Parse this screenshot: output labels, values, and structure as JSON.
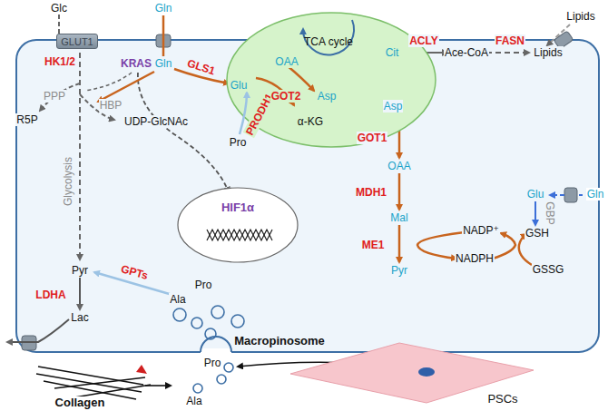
{
  "diagram": {
    "nodes": [
      {
        "text": [
          "GLUT1"
        ]
      },
      {
        "text": [
          "TCA cycle"
        ]
      },
      {
        "text": [
          "HIF1α"
        ]
      },
      {
        "text": [
          "PSCs"
        ]
      }
    ],
    "labels": [
      "Glc",
      "Gln",
      "Gln",
      "HK1/2",
      "KRAS",
      "PPP",
      "R5P",
      "HBP",
      "UDP-GlcNAc",
      "Glycolysis",
      "GLS1",
      "Glu",
      "OAA",
      "Cit",
      "ACLY",
      "Ace-CoA",
      "FASN",
      "Lipids",
      "Lipids",
      "PRODH1",
      "GOT2",
      "Asp",
      "α-KG",
      "Pro",
      "Asp",
      "GOT1",
      "OAA",
      "MDH1",
      "Mal",
      "ME1",
      "NADP⁺",
      "NADPH",
      "Pyr",
      "GSSG",
      "GSH",
      "Glu",
      "GBP",
      "Gln",
      "Pyr",
      "GPTs",
      "LDHA",
      "Lac",
      "Ala",
      "Pro",
      "Macropinosome",
      "Collagen",
      "Ala",
      "Pro"
    ]
  }
}
